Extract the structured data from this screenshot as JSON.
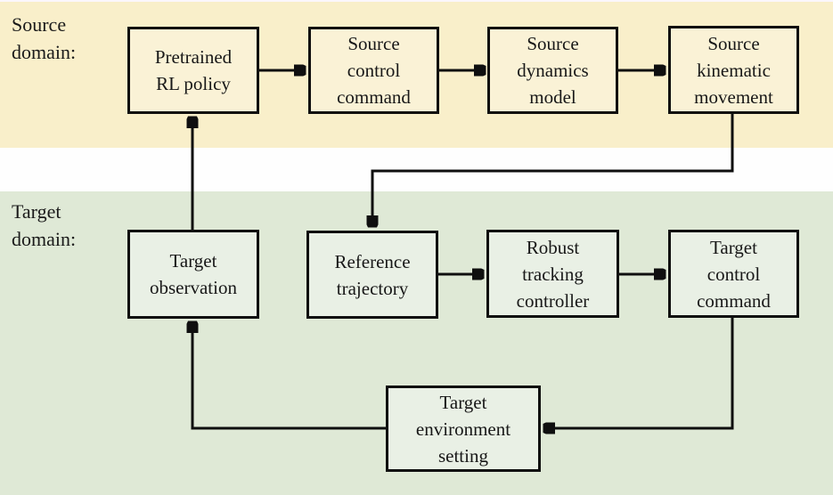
{
  "diagram": {
    "type": "flowchart",
    "source_domain": {
      "label": "Source\ndomain:",
      "band_color": "#f9efca",
      "boxes": {
        "pretrained_rl_policy": {
          "label": "Pretrained\nRL policy"
        },
        "source_control_command": {
          "label": "Source\ncontrol\ncommand"
        },
        "source_dynamics_model": {
          "label": "Source\ndynamics\nmodel"
        },
        "source_kinematic_movement": {
          "label": "Source\nkinematic\nmovement"
        }
      }
    },
    "target_domain": {
      "label": "Target\ndomain:",
      "band_color": "#dfe9d6",
      "boxes": {
        "target_observation": {
          "label": "Target\nobservation"
        },
        "reference_trajectory": {
          "label": "Reference\ntrajectory"
        },
        "robust_tracking_controller": {
          "label": "Robust\ntracking\ncontroller"
        },
        "target_control_command": {
          "label": "Target\ncontrol\ncommand"
        },
        "target_environment_setting": {
          "label": "Target\nenvironment\nsetting"
        }
      }
    },
    "edges": [
      {
        "from": "Pretrained RL policy",
        "to": "Source control command"
      },
      {
        "from": "Source control command",
        "to": "Source dynamics model"
      },
      {
        "from": "Source dynamics model",
        "to": "Source kinematic movement"
      },
      {
        "from": "Source kinematic movement",
        "to": "Reference trajectory"
      },
      {
        "from": "Reference trajectory",
        "to": "Robust tracking controller"
      },
      {
        "from": "Robust tracking controller",
        "to": "Target control command"
      },
      {
        "from": "Target control command",
        "to": "Target environment setting"
      },
      {
        "from": "Target environment setting",
        "to": "Target observation"
      },
      {
        "from": "Target observation",
        "to": "Pretrained RL policy"
      }
    ],
    "colors": {
      "box_border": "#0f0f0f",
      "arrow": "#0f0f0f",
      "source_box_fill": "#faf2d6",
      "target_box_fill": "#e9f0e5",
      "text": "#181818"
    }
  }
}
